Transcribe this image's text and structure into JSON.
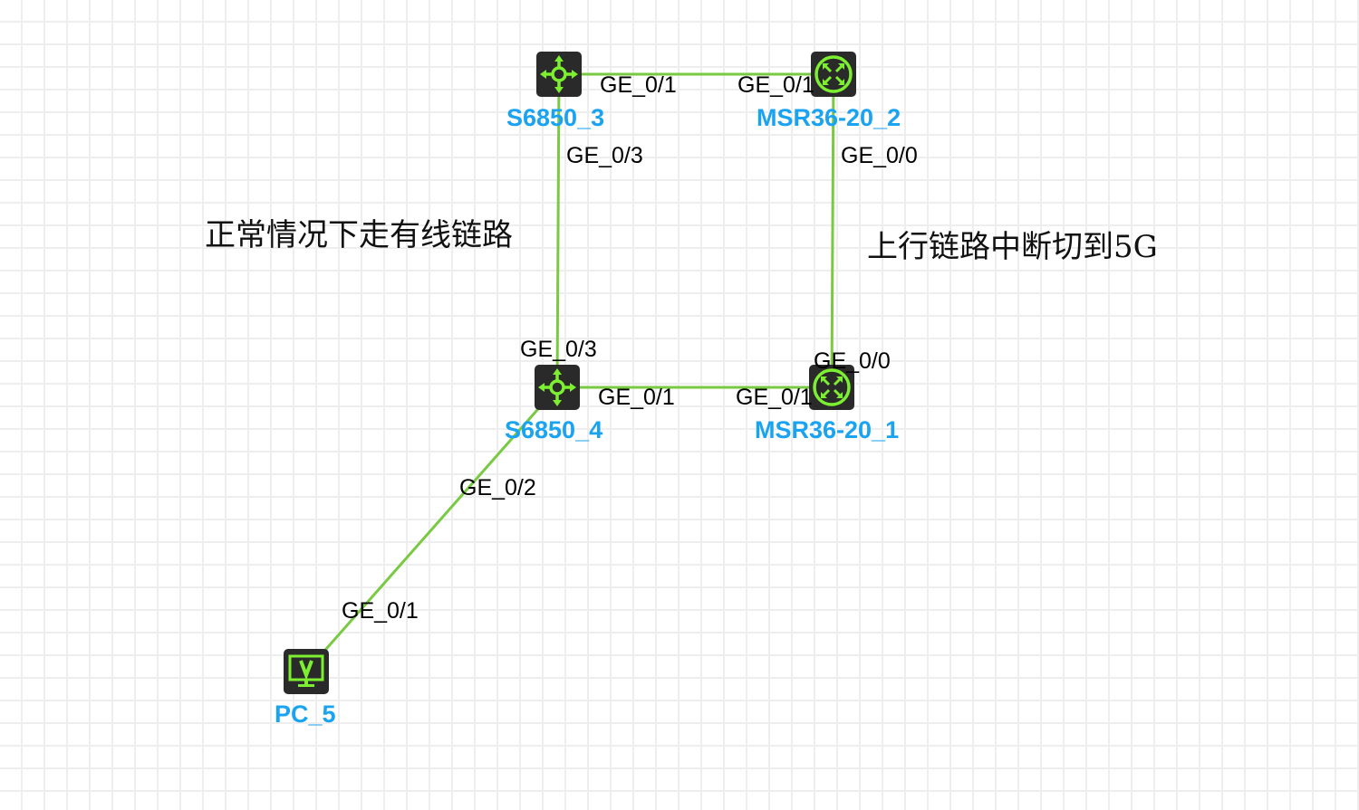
{
  "devices": {
    "s3": "S6850_3",
    "r2": "MSR36-20_2",
    "s4": "S6850_4",
    "r1": "MSR36-20_1",
    "pc": "PC_5"
  },
  "ports": {
    "s3_r2_a": "GE_0/1",
    "s3_r2_b": "GE_0/1",
    "s3_down": "GE_0/3",
    "r2_down": "GE_0/0",
    "s4_up": "GE_0/3",
    "r1_up": "GE_0/0",
    "s4_r1_a": "GE_0/1",
    "s4_r1_b": "GE_0/1",
    "s4_pc": "GE_0/2",
    "pc_up": "GE_0/1"
  },
  "notes": {
    "left": "正常情况下走有线链路",
    "right": "上行链路中断切到5G"
  },
  "colors": {
    "link": "#7ac943",
    "label": "#1aa3f0",
    "icon": "#7cf030"
  }
}
